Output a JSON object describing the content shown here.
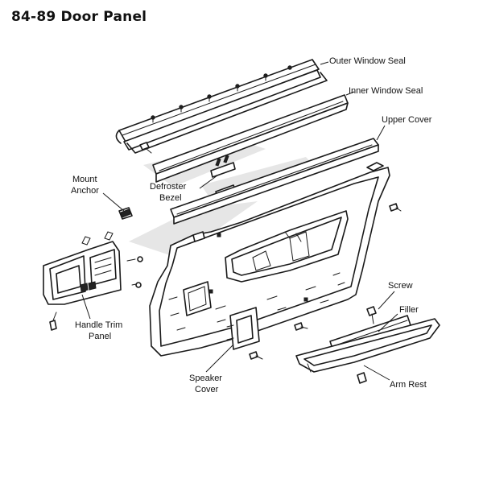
{
  "title": "84-89 Door Panel",
  "labels": {
    "outer_window_seal": "Outer Window Seal",
    "inner_window_seal": "Inner Window Seal",
    "upper_cover": "Upper Cover",
    "mount_anchor_1": "Mount",
    "mount_anchor_2": "Anchor",
    "defroster_bezel_1": "Defroster",
    "defroster_bezel_2": "Bezel",
    "screw": "Screw",
    "filler": "Filler",
    "handle_trim_panel_1": "Handle Trim",
    "handle_trim_panel_2": "Panel",
    "speaker_cover_1": "Speaker",
    "speaker_cover_2": "Cover",
    "arm_rest": "Arm Rest"
  },
  "colors": {
    "ink": "#1a1a1a",
    "watermark": "#e6e6e6",
    "background": "#ffffff"
  }
}
